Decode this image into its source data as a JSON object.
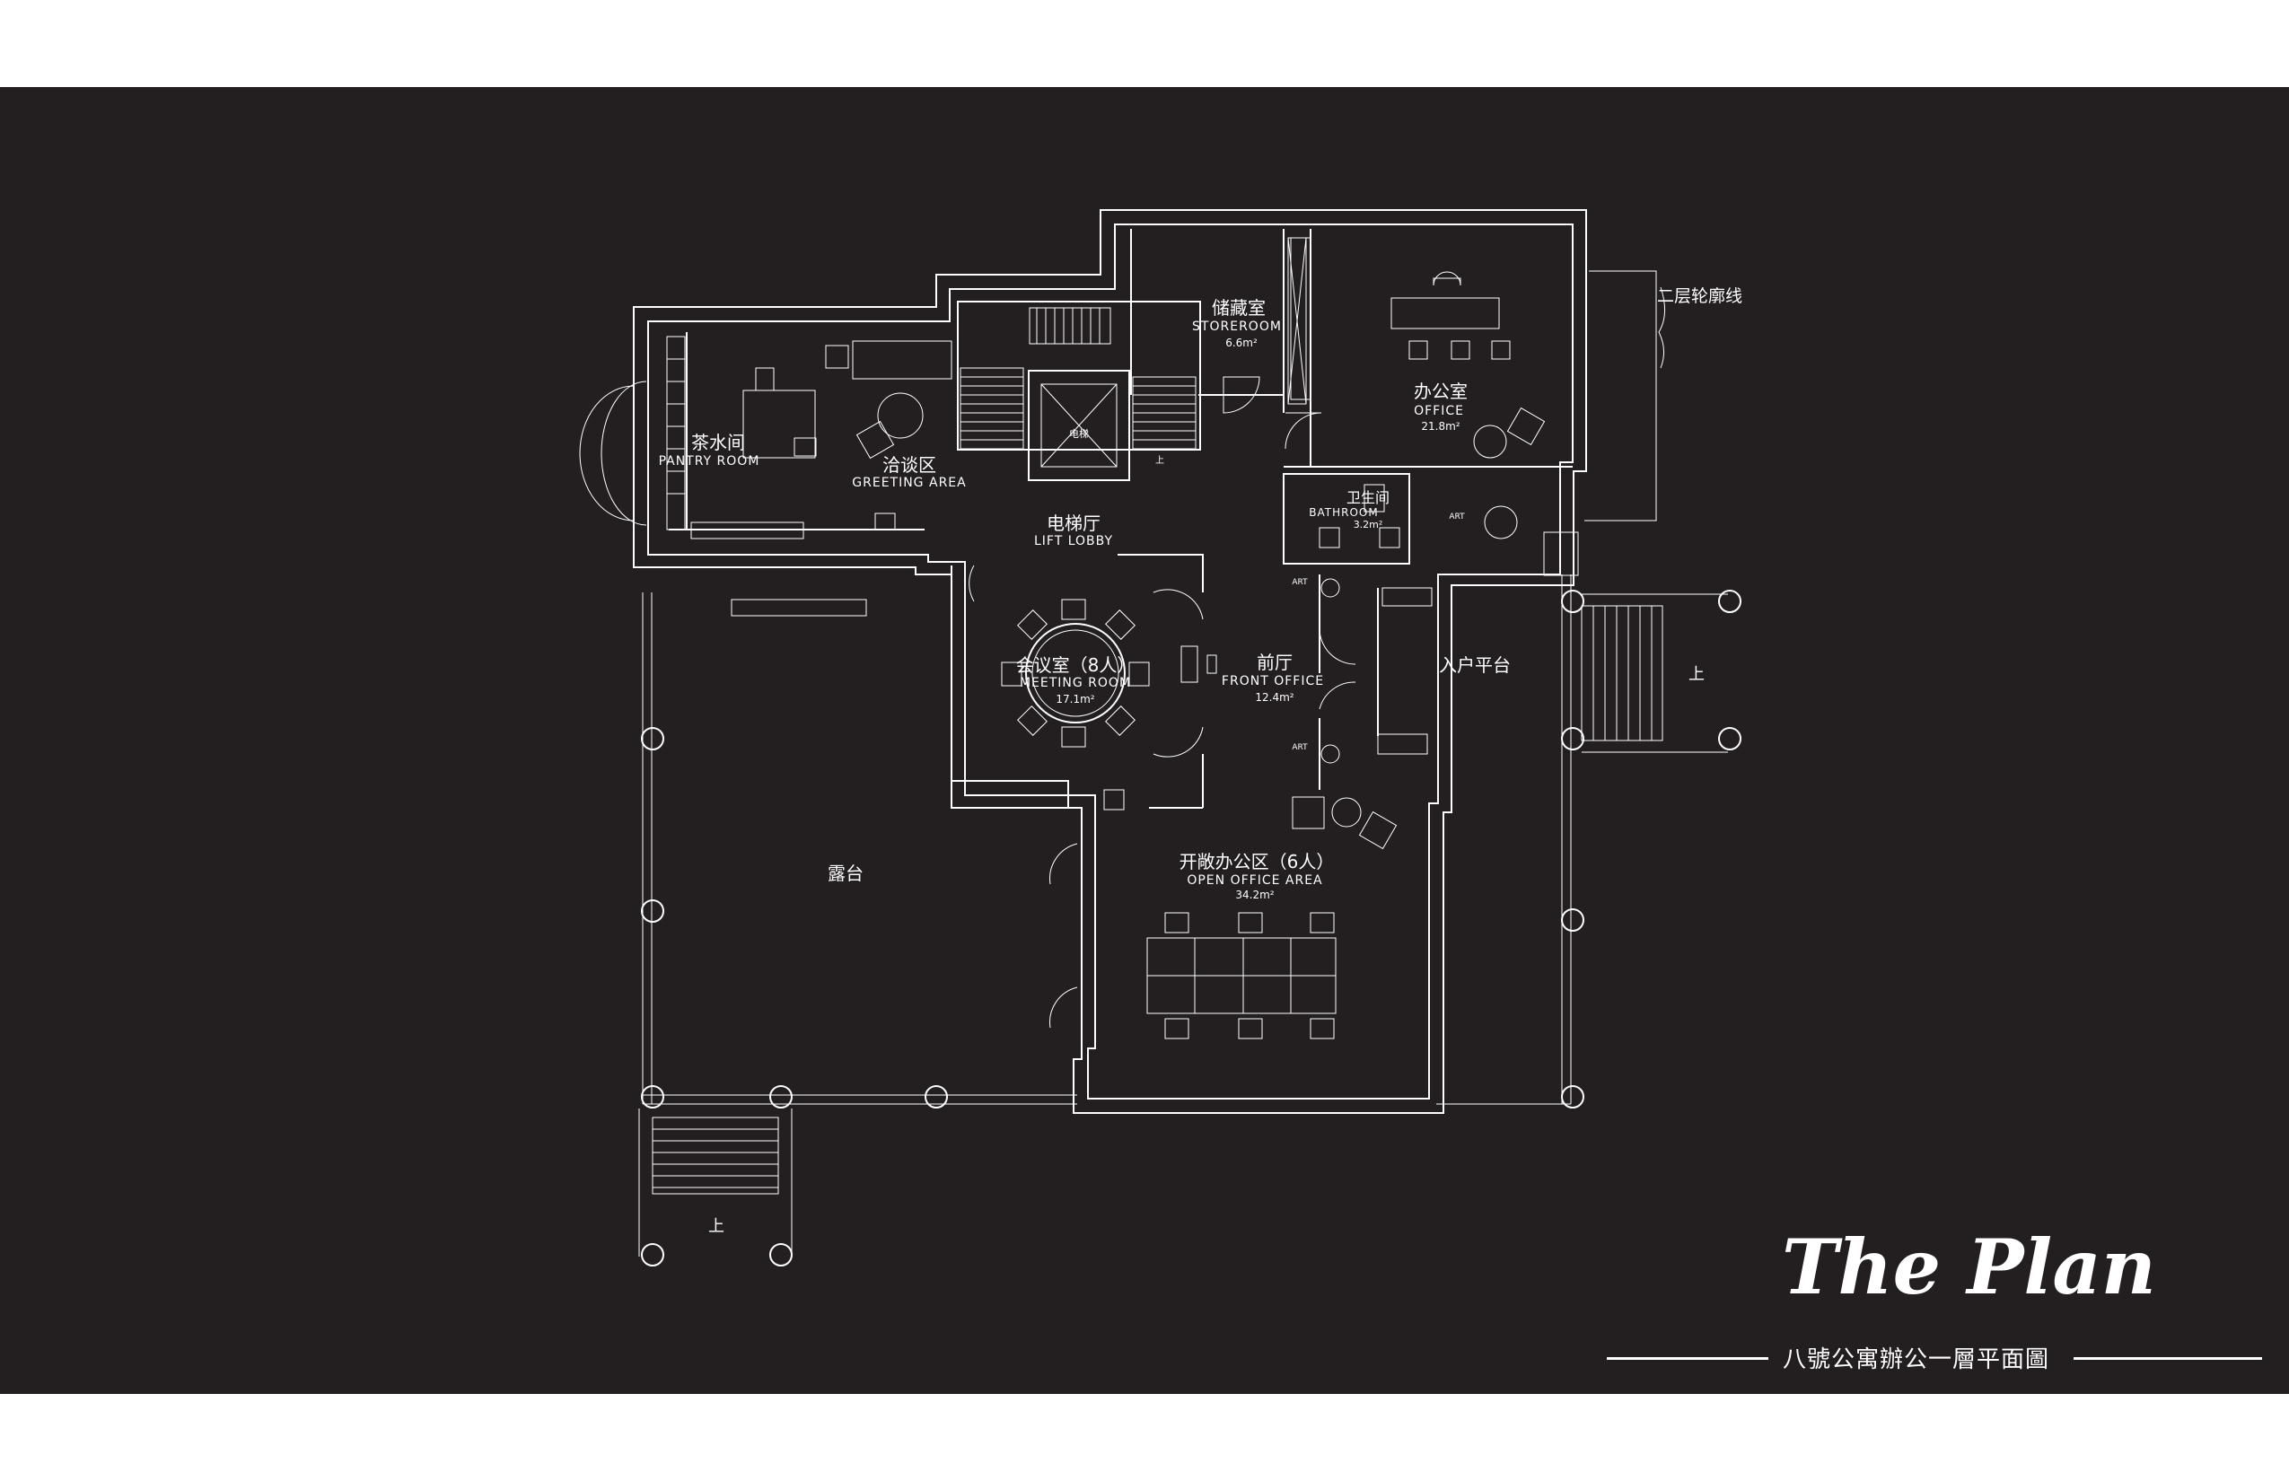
{
  "rooms": {
    "storeroom": {
      "cn": "储藏室",
      "en": "STOREROOM",
      "area": "6.6m²"
    },
    "office": {
      "cn": "办公室",
      "en": "OFFICE",
      "area": "21.8m²"
    },
    "pantry": {
      "cn": "茶水间",
      "en": "PANTRY ROOM"
    },
    "greeting": {
      "cn": "洽谈区",
      "en": "GREETING AREA"
    },
    "lift_lobby": {
      "cn": "电梯厅",
      "en": "LIFT LOBBY"
    },
    "bathroom": {
      "cn": "卫生间",
      "en": "BATHROOM",
      "area": "3.2m²"
    },
    "meeting": {
      "cn": "会议室（8人）",
      "en": "MEETING ROOM",
      "area": "17.1m²"
    },
    "front_office": {
      "cn": "前厅",
      "en": "FRONT OFFICE",
      "area": "12.4m²"
    },
    "entry_platform": {
      "cn": "入户平台"
    },
    "terrace": {
      "cn": "露台"
    },
    "open_office": {
      "cn": "开敞办公区（6人）",
      "en": "OPEN OFFICE AREA",
      "area": "34.2m²"
    }
  },
  "annotations": {
    "upper_outline": "二层轮廓线",
    "up": "上",
    "lift": "电梯",
    "art": "ART"
  },
  "title": {
    "main": "The Plan",
    "subtitle": "八號公寓辦公一層平面圖"
  }
}
